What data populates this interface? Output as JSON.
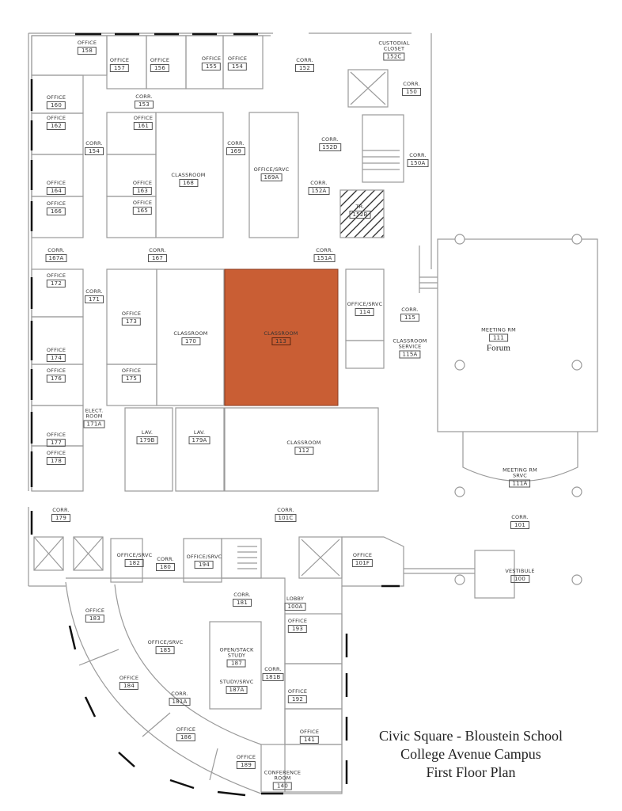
{
  "title": {
    "line1": "Civic Square - Bloustein School",
    "line2": "College Avenue Campus",
    "line3": "First Floor Plan"
  },
  "highlight_color": "#c95e34",
  "rooms": [
    {
      "name": "OFFICE",
      "number": "158"
    },
    {
      "name": "OFFICE",
      "number": "157"
    },
    {
      "name": "OFFICE",
      "number": "156"
    },
    {
      "name": "OFFICE",
      "number": "155"
    },
    {
      "name": "OFFICE",
      "number": "154"
    },
    {
      "name": "CORR.",
      "number": "152"
    },
    {
      "name": "CUSTODIAL\nCLOSET",
      "number": "152C"
    },
    {
      "name": "CORR.",
      "number": "150"
    },
    {
      "name": "OFFICE",
      "number": "160"
    },
    {
      "name": "CORR.",
      "number": "153"
    },
    {
      "name": "OFFICE",
      "number": "162"
    },
    {
      "name": "OFFICE",
      "number": "161"
    },
    {
      "name": "CORR.",
      "number": "154"
    },
    {
      "name": "CORR.",
      "number": "169"
    },
    {
      "name": "CLASSROOM",
      "number": "168"
    },
    {
      "name": "OFFICE/SRVC",
      "number": "169A"
    },
    {
      "name": "CORR.",
      "number": "152D"
    },
    {
      "name": "CORR.",
      "number": "150A"
    },
    {
      "name": "CORR.",
      "number": "152A"
    },
    {
      "name": "OFFICE",
      "number": "163"
    },
    {
      "name": "OFFICE",
      "number": "164"
    },
    {
      "name": "OFFICE",
      "number": "165"
    },
    {
      "name": "OFFICE",
      "number": "166"
    },
    {
      "name": "TR.",
      "number": "152B"
    },
    {
      "name": "CORR.",
      "number": "167A"
    },
    {
      "name": "CORR.",
      "number": "167"
    },
    {
      "name": "CORR.",
      "number": "151A"
    },
    {
      "name": "OFFICE",
      "number": "172"
    },
    {
      "name": "CORR.",
      "number": "171"
    },
    {
      "name": "OFFICE",
      "number": "173"
    },
    {
      "name": "CLASSROOM",
      "number": "170"
    },
    {
      "name": "CLASSROOM",
      "number": "113"
    },
    {
      "name": "OFFICE/SRVC",
      "number": "114"
    },
    {
      "name": "CORR.",
      "number": "115"
    },
    {
      "name": "CLASSROOM\nSERVICE",
      "number": "115A"
    },
    {
      "name": "MEETING RM",
      "number": "111",
      "subtitle": "Forum"
    },
    {
      "name": "OFFICE",
      "number": "174"
    },
    {
      "name": "OFFICE",
      "number": "176"
    },
    {
      "name": "OFFICE",
      "number": "175"
    },
    {
      "name": "ELECT.\nROOM",
      "number": "171A"
    },
    {
      "name": "LAV.",
      "number": "179B"
    },
    {
      "name": "LAV.",
      "number": "179A"
    },
    {
      "name": "OFFICE",
      "number": "177"
    },
    {
      "name": "OFFICE",
      "number": "178"
    },
    {
      "name": "CLASSROOM",
      "number": "112"
    },
    {
      "name": "MEETING RM\nSRVC",
      "number": "111A"
    },
    {
      "name": "CORR.",
      "number": "179"
    },
    {
      "name": "CORR.",
      "number": "101C"
    },
    {
      "name": "CORR.",
      "number": "101"
    },
    {
      "name": "OFFICE/SRVC",
      "number": "182"
    },
    {
      "name": "CORR.",
      "number": "180"
    },
    {
      "name": "OFFICE/SRVC",
      "number": "194"
    },
    {
      "name": "OFFICE",
      "number": "101F"
    },
    {
      "name": "VESTIBULE",
      "number": "100"
    },
    {
      "name": "CORR.",
      "number": "181"
    },
    {
      "name": "LOBBY",
      "number": "100A"
    },
    {
      "name": "OFFICE",
      "number": "183"
    },
    {
      "name": "OFFICE",
      "number": "193"
    },
    {
      "name": "OFFICE/SRVC",
      "number": "185"
    },
    {
      "name": "OPEN/STACK\nSTUDY",
      "number": "187"
    },
    {
      "name": "CORR.",
      "number": "181B"
    },
    {
      "name": "STUDY/SRVC",
      "number": "187A"
    },
    {
      "name": "OFFICE",
      "number": "184"
    },
    {
      "name": "OFFICE",
      "number": "192"
    },
    {
      "name": "CORR.",
      "number": "181A"
    },
    {
      "name": "OFFICE",
      "number": "186"
    },
    {
      "name": "OFFICE",
      "number": "141"
    },
    {
      "name": "OFFICE",
      "number": "189"
    },
    {
      "name": "CONFERENCE\nROOM",
      "number": "140"
    }
  ]
}
